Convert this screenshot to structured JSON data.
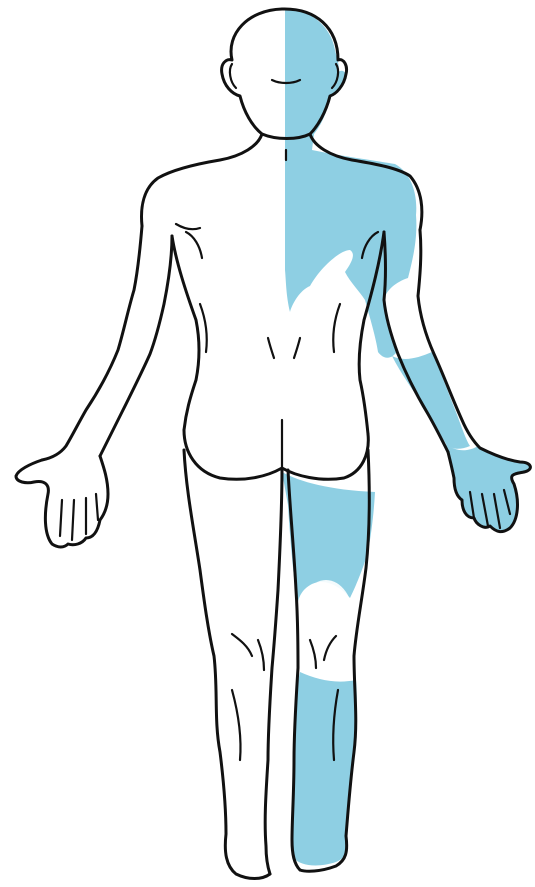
{
  "figure": {
    "subject": "human-body-posterior-view",
    "colors": {
      "highlight": "#8ecfe3",
      "outline": "#111111",
      "background": "#ffffff",
      "unshaded": "#ffffff"
    },
    "highlighted_regions": [
      "right-half-of-head",
      "right-upper-back",
      "right-arm",
      "right-hand",
      "right-thigh",
      "right-lower-leg",
      "right-foot"
    ]
  }
}
